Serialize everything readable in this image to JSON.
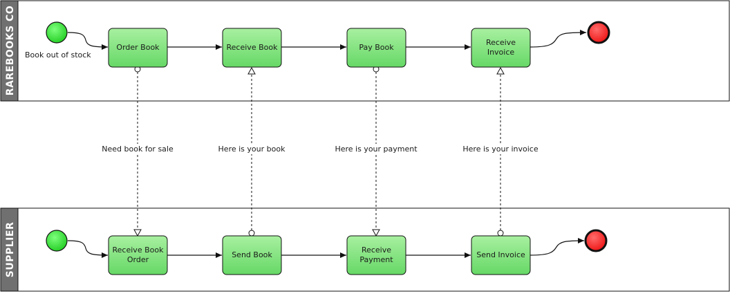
{
  "diagram": {
    "pools": [
      {
        "id": "rarebooks",
        "title": "RAREBOOKS CO"
      },
      {
        "id": "supplier",
        "title": "SUPPLIER"
      }
    ],
    "rarebooks": {
      "start_label": "Book out of stock",
      "tasks": [
        {
          "id": "order-book",
          "lines": [
            "Order Book"
          ]
        },
        {
          "id": "receive-book",
          "lines": [
            "Receive Book"
          ]
        },
        {
          "id": "pay-book",
          "lines": [
            "Pay Book"
          ]
        },
        {
          "id": "receive-invoice",
          "lines": [
            "Receive",
            "Invoice"
          ]
        }
      ]
    },
    "supplier": {
      "tasks": [
        {
          "id": "receive-book-order",
          "lines": [
            "Receive Book",
            "Order"
          ]
        },
        {
          "id": "send-book",
          "lines": [
            "Send Book"
          ]
        },
        {
          "id": "receive-payment",
          "lines": [
            "Receive",
            "Payment"
          ]
        },
        {
          "id": "send-invoice",
          "lines": [
            "Send Invoice"
          ]
        }
      ]
    },
    "messages": [
      {
        "id": "need-book",
        "label": "Need book for sale",
        "from": "rarebooks",
        "index": 0
      },
      {
        "id": "here-book",
        "label": "Here is your book",
        "from": "supplier",
        "index": 1
      },
      {
        "id": "here-payment",
        "label": "Here is your payment",
        "from": "rarebooks",
        "index": 2
      },
      {
        "id": "here-invoice",
        "label": "Here is your invoice",
        "from": "supplier",
        "index": 3
      }
    ],
    "colors": {
      "task_fill_top": "#a8f0a0",
      "task_fill_bottom": "#66d866",
      "start_fill": "#22cc22",
      "end_fill": "#ee1111",
      "pool_header": "#707070",
      "line": "#111111"
    }
  }
}
